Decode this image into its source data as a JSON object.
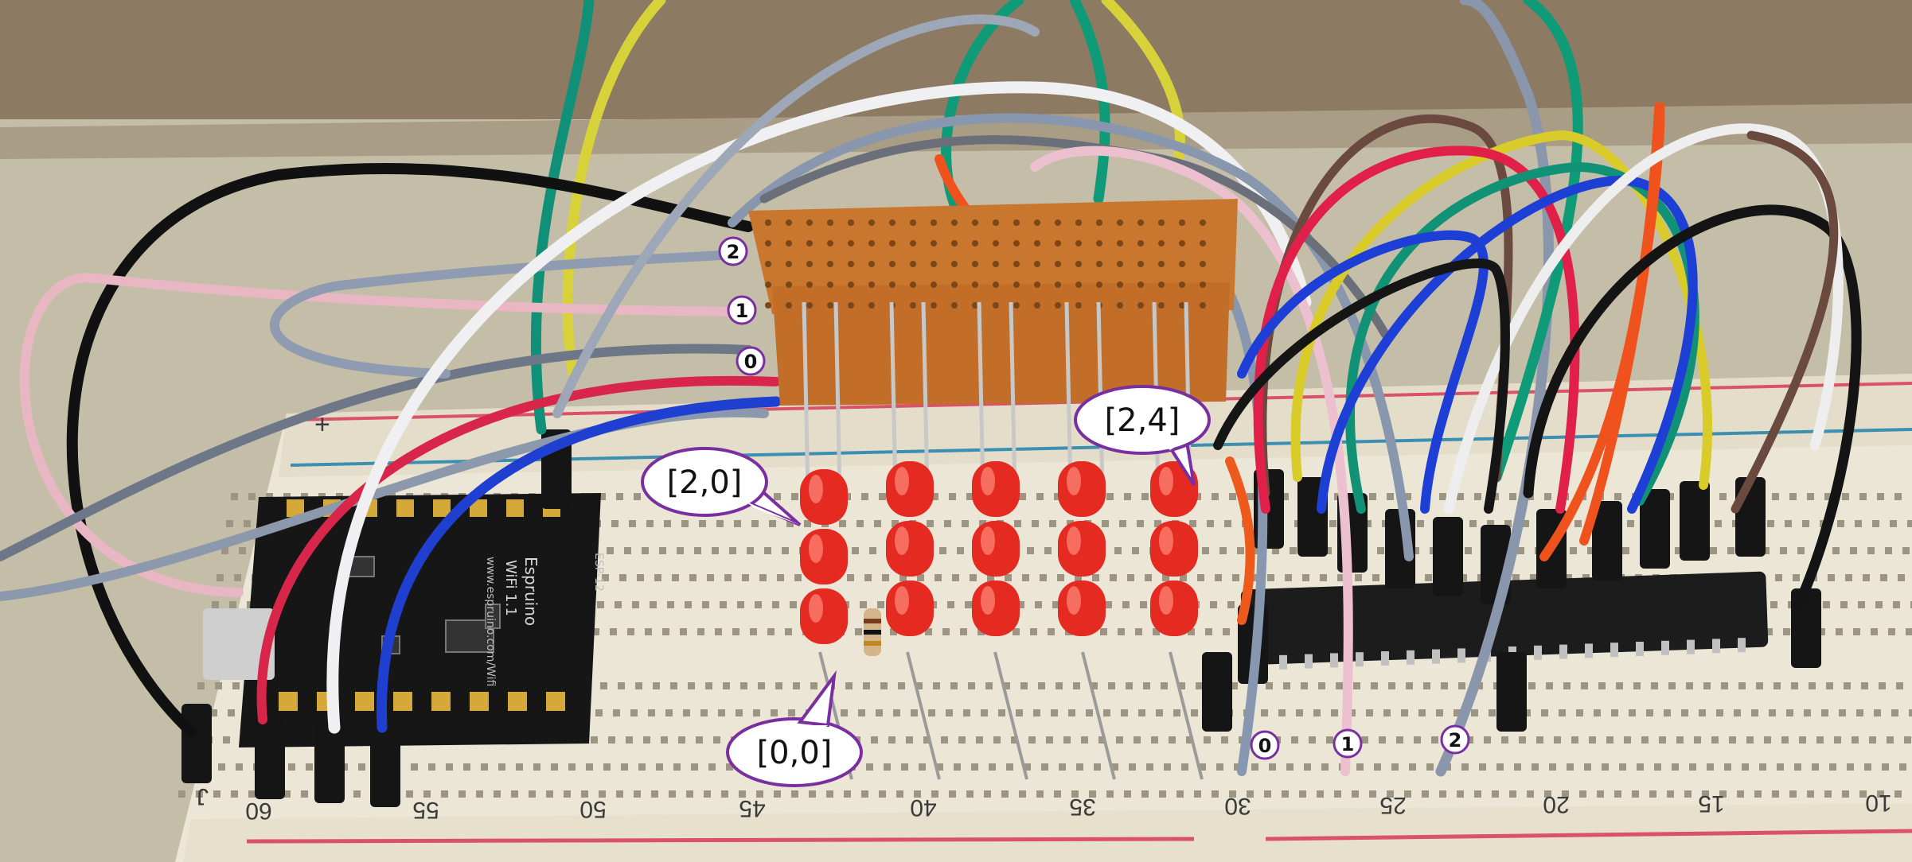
{
  "board_silkscreen": {
    "title": "Espruino",
    "subtitle": "WiFi 1.1",
    "url": "www.espruino.com/Wifi",
    "module": "ESP-12"
  },
  "breadboard_numbers": [
    "60",
    "55",
    "50",
    "45",
    "40",
    "35",
    "30",
    "25",
    "20",
    "15",
    "10"
  ],
  "rail_row_letter": "J",
  "callouts": {
    "top_left_led": "[2,0]",
    "bottom_left_led": "[0,0]",
    "top_right_led": "[2,4]"
  },
  "row_wire_markers": [
    "2",
    "1",
    "0"
  ],
  "column_wire_markers": [
    "0",
    "1",
    "2"
  ],
  "colors": {
    "callout_stroke": "#7a2fa0",
    "led_red": "#e52a22",
    "perfboard": "#c9772f",
    "breadboard": "#ece6d6"
  }
}
